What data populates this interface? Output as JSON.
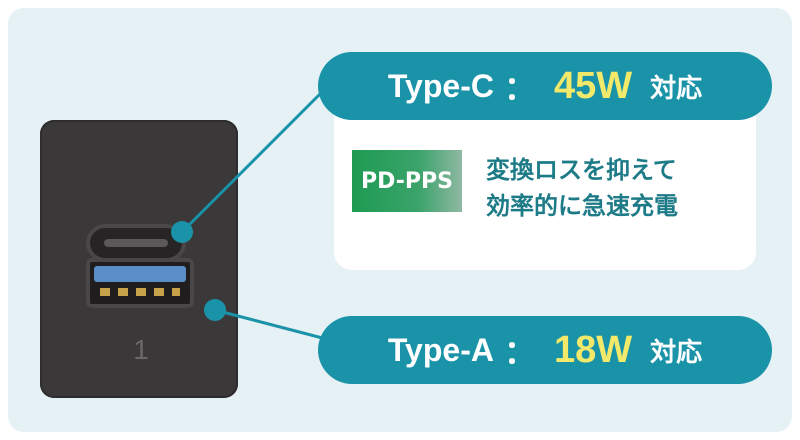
{
  "panel": {
    "port_number": "1"
  },
  "type_c": {
    "type": "Type-C",
    "separator": "：",
    "watt": "45W",
    "support": "対応"
  },
  "type_a": {
    "type": "Type-A",
    "separator": "：",
    "watt": "18W",
    "support": "対応"
  },
  "info": {
    "badge": "PD-PPS",
    "line1": "変換ロスを抑えて",
    "line2": "効率的に急速充電"
  },
  "colors": {
    "accent": "#1a93a8",
    "watt": "#f2e96b",
    "badge": "#1e9b52",
    "background": "#e6f1f6"
  }
}
